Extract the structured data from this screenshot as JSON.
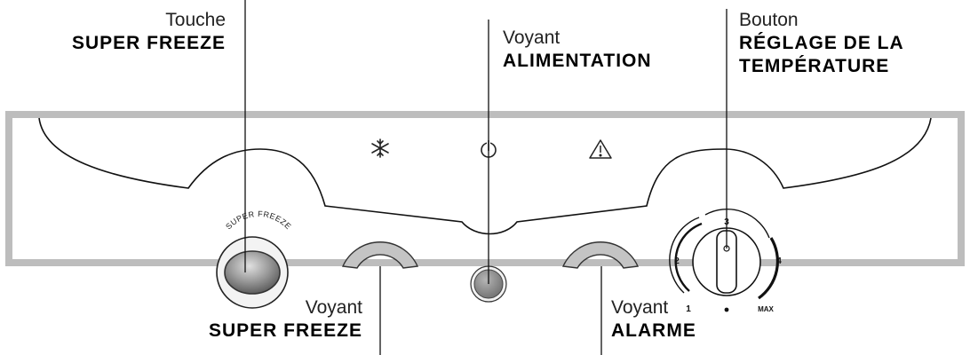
{
  "callouts": {
    "super_freeze_button": {
      "line1": "Touche",
      "line2": "SUPER FREEZE"
    },
    "power_light": {
      "line1": "Voyant",
      "line2": "ALIMENTATION"
    },
    "temperature_knob": {
      "line1": "Bouton",
      "line2": "RÉGLAGE DE LA",
      "line3": "TEMPÉRATURE"
    },
    "super_freeze_light": {
      "line1": "Voyant",
      "line2": "SUPER FREEZE"
    },
    "alarm_light": {
      "line1": "Voyant",
      "line2": "ALARME"
    }
  },
  "panel": {
    "button_arc_text": "SUPER FREEZE",
    "dial": {
      "label_1": "1",
      "label_2": "2",
      "label_3": "3",
      "label_4": "4",
      "label_max": "MAX"
    }
  },
  "icons": {
    "super_freeze": "snowflake-icon",
    "power": "power-icon",
    "alarm": "warning-icon"
  },
  "colors": {
    "frame": "#bdbdbd",
    "light_arc": "#c4c4c4",
    "button_fill": "#8a8a8a",
    "line": "#111111"
  }
}
